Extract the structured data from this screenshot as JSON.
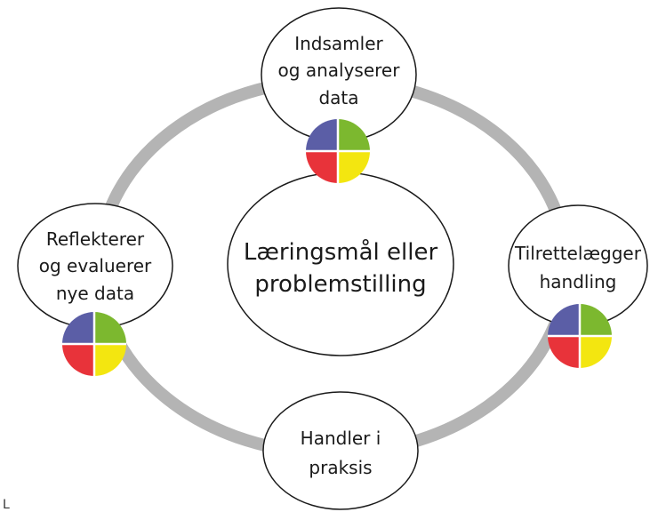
{
  "colors": {
    "ring": "#b4b4b4",
    "node_fill": "#ffffff",
    "node_stroke": "#1a1a1a",
    "quad_blue": "#5b5ea6",
    "quad_green": "#7cb82f",
    "quad_red": "#e8333a",
    "quad_yellow": "#f3e610"
  },
  "center": {
    "line1": "Læringsmål eller",
    "line2": "problemstilling"
  },
  "nodes": {
    "top": {
      "line1": "Indsamler",
      "line2": "og analyserer",
      "line3": "data"
    },
    "right": {
      "line1": "Tilrettelægger",
      "line2": "handling"
    },
    "bottom": {
      "line1": "Handler i",
      "line2": "praksis"
    },
    "left": {
      "line1": "Reflekterer",
      "line2": "og evaluerer",
      "line3": "nye data"
    }
  },
  "icons": {
    "top": "four-color-quadrant-icon",
    "right": "four-color-quadrant-icon",
    "left": "four-color-quadrant-icon"
  },
  "corner_mark": "L"
}
